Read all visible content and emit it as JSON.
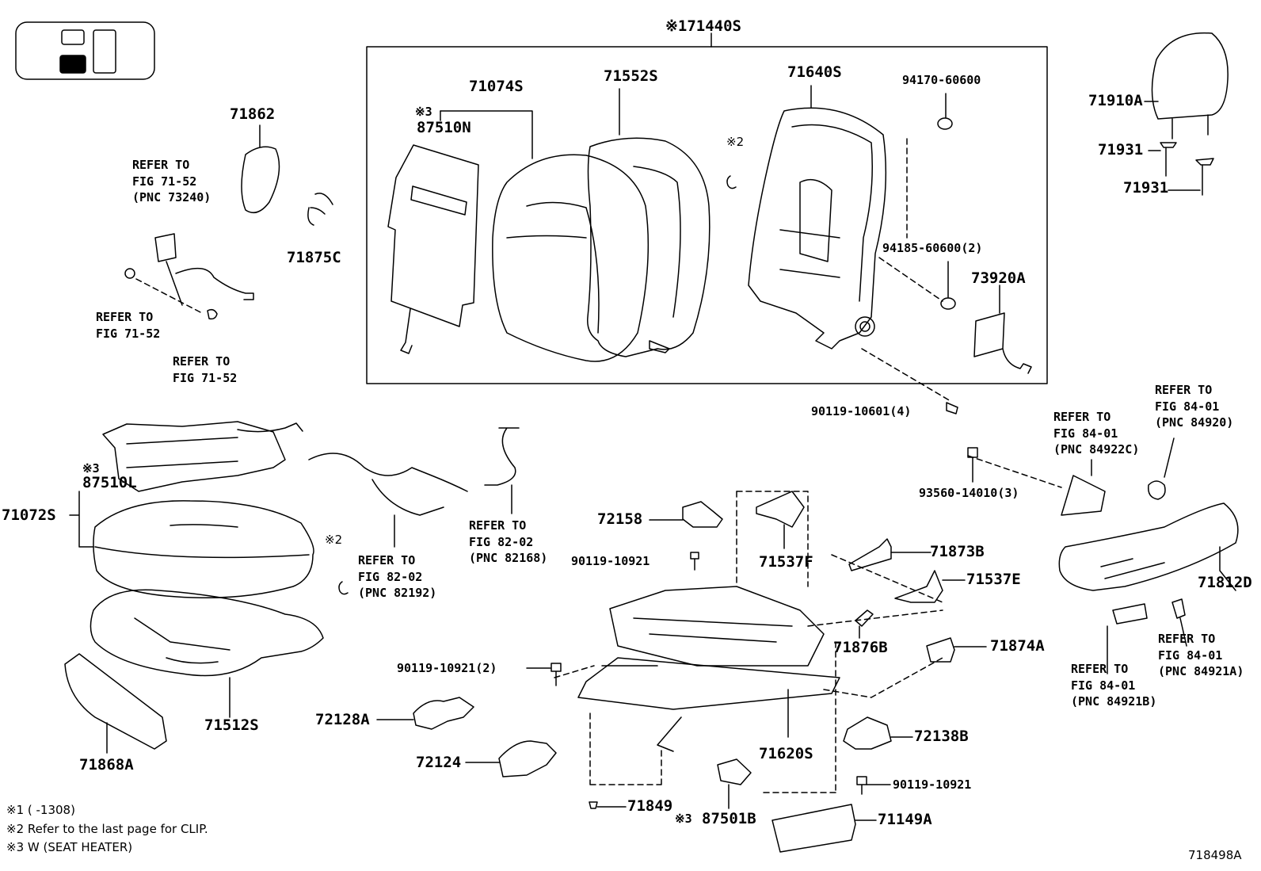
{
  "figure_id": "718498A",
  "assembly": {
    "main_label": "※171440S"
  },
  "parts": {
    "p71074S": "71074S",
    "p87510N_mark": "※3",
    "p87510N": "87510N",
    "p71552S": "71552S",
    "p71640S": "71640S",
    "p94170": "94170-60600",
    "p94185": "94185-60600(2)",
    "p73920A": "73920A",
    "p90119_10601": "90119-10601(4)",
    "p71910A": "71910A",
    "p71931a": "71931",
    "p71931b": "71931",
    "p71862": "71862",
    "p71875C": "71875C",
    "p87510L_mark": "※3",
    "p87510L": "87510L",
    "p71072S": "71072S",
    "p71512S": "71512S",
    "p71868A": "71868A",
    "p72158": "72158",
    "p90119_10921a": "90119-10921",
    "p71537F": "71537F",
    "p71873B": "71873B",
    "p71537E": "71537E",
    "p71876B": "71876B",
    "p71874A": "71874A",
    "p93560": "93560-14010(3)",
    "p71812D": "71812D",
    "p90119_10921b": "90119-10921(2)",
    "p72128A": "72128A",
    "p72124": "72124",
    "p71620S": "71620S",
    "p72138B": "72138B",
    "p90119_10921c": "90119-10921",
    "p71849": "71849",
    "p87501B_mark": "※3",
    "p87501B": "87501B",
    "p71149A": "71149A",
    "clip_mark_back": "※2",
    "clip_mark_cushion": "※2"
  },
  "refs": {
    "r1": [
      "REFER TO",
      "FIG 71-52",
      "(PNC 73240)"
    ],
    "r2": [
      "REFER TO",
      "FIG 71-52"
    ],
    "r3": [
      "REFER TO",
      "FIG 71-52"
    ],
    "r4": [
      "REFER TO",
      "FIG 82-02",
      "(PNC 82192)"
    ],
    "r5": [
      "REFER TO",
      "FIG 82-02",
      "(PNC 82168)"
    ],
    "r6": [
      "REFER TO",
      "FIG 84-01",
      "(PNC 84920)"
    ],
    "r7": [
      "REFER TO",
      "FIG 84-01",
      "(PNC 84922C)"
    ],
    "r8": [
      "REFER TO",
      "FIG 84-01",
      "(PNC 84921A)"
    ],
    "r9": [
      "REFER TO",
      "FIG 84-01",
      "(PNC 84921B)"
    ]
  },
  "notes": [
    "※1 (      -1308)",
    "※2 Refer to the last page for CLIP.",
    "※3 W (SEAT HEATER)"
  ]
}
